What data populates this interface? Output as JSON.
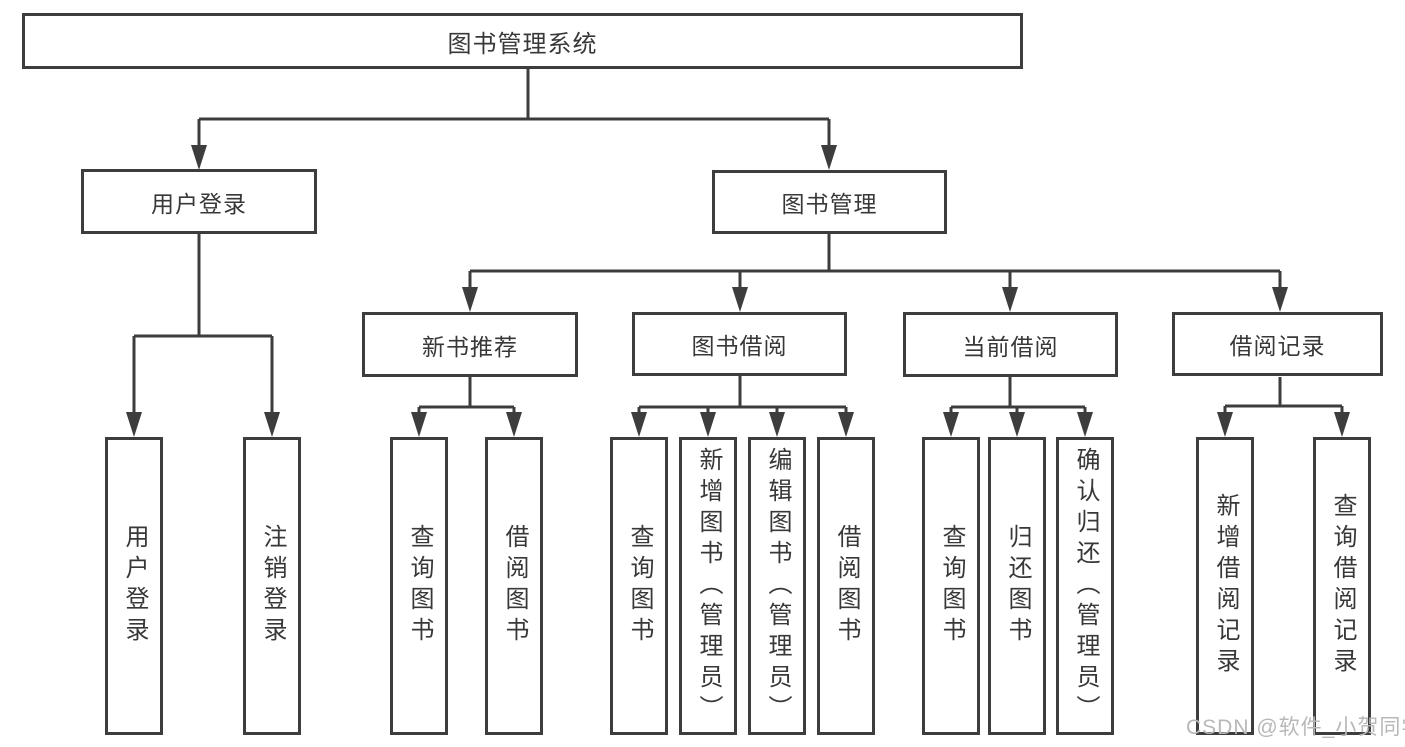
{
  "diagram": {
    "type": "tree",
    "tree": {
      "label": "图书管理系统",
      "children": [
        {
          "label": "用户登录",
          "children": [
            {
              "label": "用户登录"
            },
            {
              "label": "注销登录"
            }
          ]
        },
        {
          "label": "图书管理",
          "children": [
            {
              "label": "新书推荐",
              "children": [
                {
                  "label": "查询图书"
                },
                {
                  "label": "借阅图书"
                }
              ]
            },
            {
              "label": "图书借阅",
              "children": [
                {
                  "label": "查询图书"
                },
                {
                  "label": "新增图书（管理员）"
                },
                {
                  "label": "编辑图书（管理员）"
                },
                {
                  "label": "借阅图书"
                }
              ]
            },
            {
              "label": "当前借阅",
              "children": [
                {
                  "label": "查询图书"
                },
                {
                  "label": "归还图书"
                },
                {
                  "label": "确认归还（管理员）"
                }
              ]
            },
            {
              "label": "借阅记录",
              "children": [
                {
                  "label": "新增借阅记录"
                },
                {
                  "label": "查询借阅记录"
                }
              ]
            }
          ]
        }
      ]
    }
  },
  "watermark": {
    "text": "CSDN @软件_小贺同学"
  },
  "colors": {
    "line": "#3d3d3d",
    "text": "#383838",
    "watermark": "#b8b8b8",
    "background": "#ffffff"
  }
}
